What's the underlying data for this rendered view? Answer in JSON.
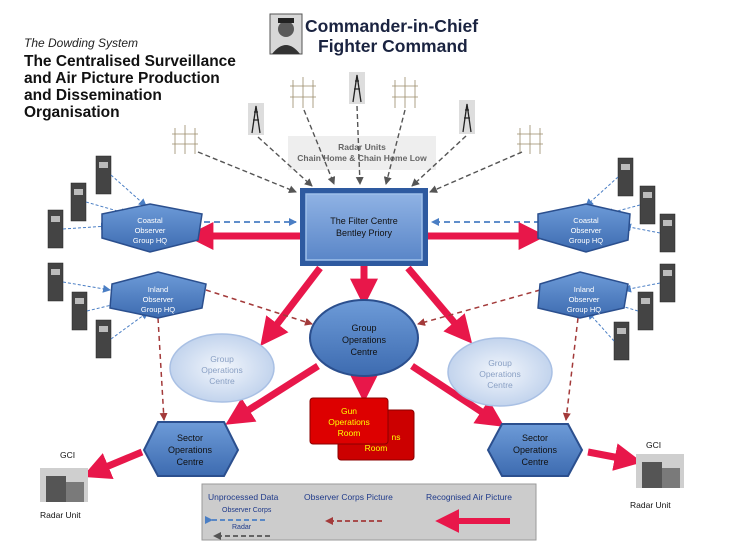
{
  "header": {
    "subtitle": "The Dowding System",
    "title_lines": [
      "The Centralised Surveillance",
      "and Air Picture Production",
      "and Dissemination",
      "Organisation"
    ]
  },
  "commander": {
    "line1": "Commander-in-Chief",
    "line2": "Fighter Command"
  },
  "radar_units": {
    "line1": "Radar Units",
    "line2": "Chain Home & Chain Home Low"
  },
  "filter_centre": {
    "line1": "The Filter Centre",
    "line2": "Bentley Priory"
  },
  "coastal_left": {
    "lines": [
      "Coastal",
      "Observer",
      "Group HQ"
    ]
  },
  "coastal_right": {
    "lines": [
      "Coastal",
      "Observer",
      "Group HQ"
    ]
  },
  "inland_left": {
    "lines": [
      "Inland",
      "Observer",
      "Group HQ"
    ]
  },
  "inland_right": {
    "lines": [
      "Inland",
      "Observer",
      "Group HQ"
    ]
  },
  "group_ops_main": {
    "lines": [
      "Group",
      "Operations",
      "Centre"
    ]
  },
  "group_ops_left": {
    "lines": [
      "Group",
      "Operations",
      "Centre"
    ]
  },
  "group_ops_right": {
    "lines": [
      "Group",
      "Operations",
      "Centre"
    ]
  },
  "gun_ops_front": {
    "lines": [
      "Gun",
      "Operations",
      "Room"
    ]
  },
  "gun_ops_back": {
    "lines": [
      "ns",
      "Room"
    ]
  },
  "sector_left": {
    "lines": [
      "Sector",
      "Operations",
      "Centre"
    ]
  },
  "sector_right": {
    "lines": [
      "Sector",
      "Operations",
      "Centre"
    ]
  },
  "gci_left": {
    "label": "GCI",
    "unit": "Radar Unit"
  },
  "gci_right": {
    "label": "GCI",
    "unit": "Radar Unit"
  },
  "legend": {
    "unprocessed": "Unprocessed Data",
    "observer_corps": "Observer Corps",
    "radar": "Radar",
    "observer_picture": "Observer Corps Picture",
    "recognised_picture": "Recognised Air Picture"
  },
  "colors": {
    "red_arrow": "#e8174a",
    "blue_dashed": "#4a7ec4",
    "grey_dashed": "#555555",
    "maroon_dashed": "#a33a3a",
    "node_blue": "#4f7fc2",
    "node_light": "#cfdcf1",
    "gun_red": "#dd0000",
    "gun_text": "#ffff00"
  }
}
